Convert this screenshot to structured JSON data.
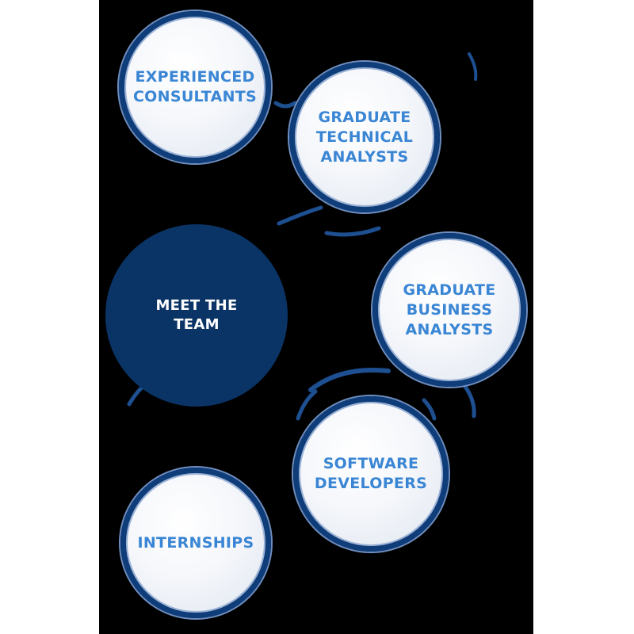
{
  "diagram": {
    "colors": {
      "background": "#000000",
      "node_border": "#0f3d7a",
      "node_text": "#3a86d4",
      "center_fill": "#0b3466",
      "center_text": "#ffffff"
    },
    "center": {
      "label": "MEET THE\nTEAM"
    },
    "nodes": [
      {
        "label": "EXPERIENCED\nCONSULTANTS"
      },
      {
        "label": "GRADUATE\nTECHNICAL\nANALYSTS"
      },
      {
        "label": "GRADUATE\nBUSINESS\nANALYSTS"
      },
      {
        "label": "SOFTWARE\nDEVELOPERS"
      },
      {
        "label": "INTERNSHIPS"
      }
    ]
  }
}
